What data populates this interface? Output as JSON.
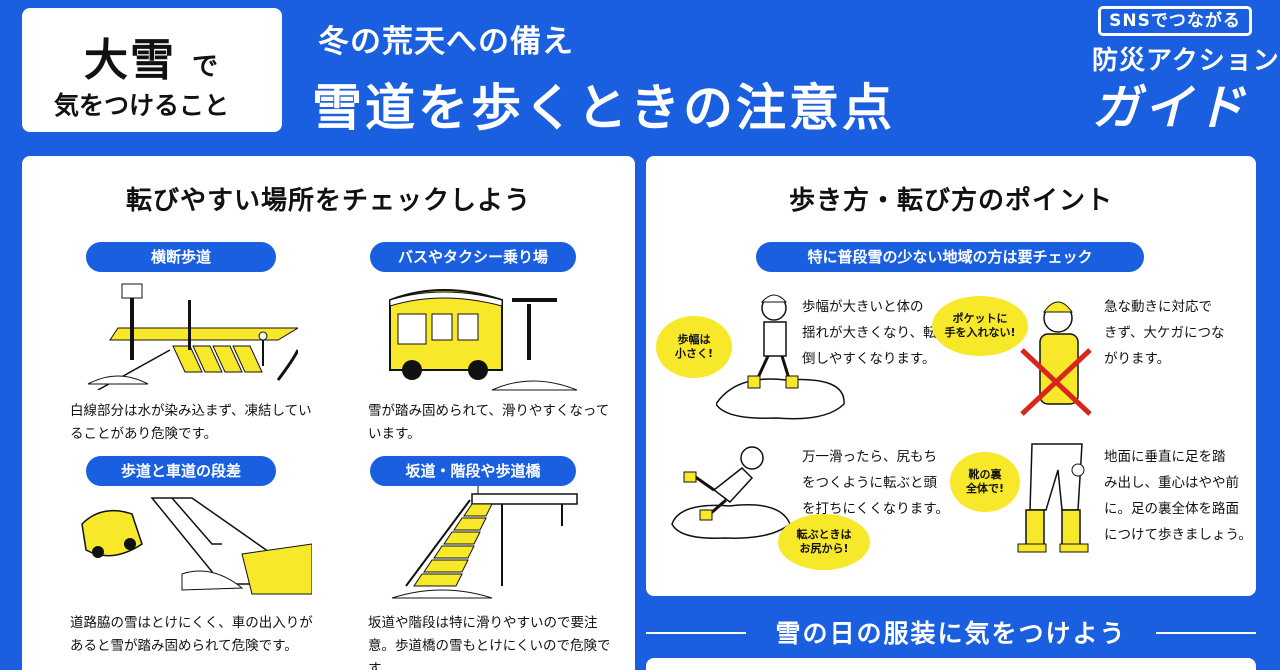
{
  "header": {
    "box_big": "大雪",
    "box_de": "で",
    "box_small": "気をつけること",
    "subtitle": "冬の荒天への備え",
    "title": "雪道を歩くときの注意点"
  },
  "logo": {
    "badge": "SNSでつながる",
    "line2": "防災アクション",
    "line3": "ガイド"
  },
  "left": {
    "title": "転びやすい場所をチェックしよう",
    "items": [
      {
        "label": "横断歩道",
        "desc1": "白線部分は水が染み込まず、凍結してい",
        "desc2": "ることがあり危険です。"
      },
      {
        "label": "バスやタクシー乗り場",
        "desc1": "雪が踏み固められて、滑りやすくなって",
        "desc2": "います。"
      },
      {
        "label": "歩道と車道の段差",
        "desc1": "道路脇の雪はとけにくく、車の出入りが",
        "desc2": "あると雪が踏み固められて危険です。"
      },
      {
        "label": "坂道・階段や歩道橋",
        "desc1": "坂道や階段は特に滑りやすいので要注",
        "desc2": "意。歩道橋の雪もとけにくいので危険です。"
      }
    ]
  },
  "right": {
    "title": "歩き方・転び方のポイント",
    "pill": "特に普段雪の少ない地域の方は要チェック",
    "tips": [
      {
        "bubble": "歩幅は\n小さく!",
        "l1": "歩幅が大きいと体の",
        "l2": "揺れが大きくなり、転",
        "l3": "倒しやすくなります。"
      },
      {
        "bubble": "ポケットに\n手を入れない!",
        "l1": "急な動きに対応で",
        "l2": "きず、大ケガにつな",
        "l3": "がります。"
      },
      {
        "bubble": "転ぶときは\nお尻から!",
        "l1": "万一滑ったら、尻もち",
        "l2": "をつくように転ぶと頭",
        "l3": "を打ちにくくなります。"
      },
      {
        "bubble": "靴の裏\n全体で!",
        "l1": "地面に垂直に足を踏",
        "l2": "み出し、重心はやや前",
        "l3": "に。足の裏全体を路面",
        "l4": "につけて歩きましょう。"
      }
    ]
  },
  "bottom": {
    "title": "雪の日の服装に気をつけよう"
  },
  "colors": {
    "brand_blue": "#1a5fe0",
    "accent_yellow": "#f7e82a",
    "cross_red": "#d9261c"
  }
}
